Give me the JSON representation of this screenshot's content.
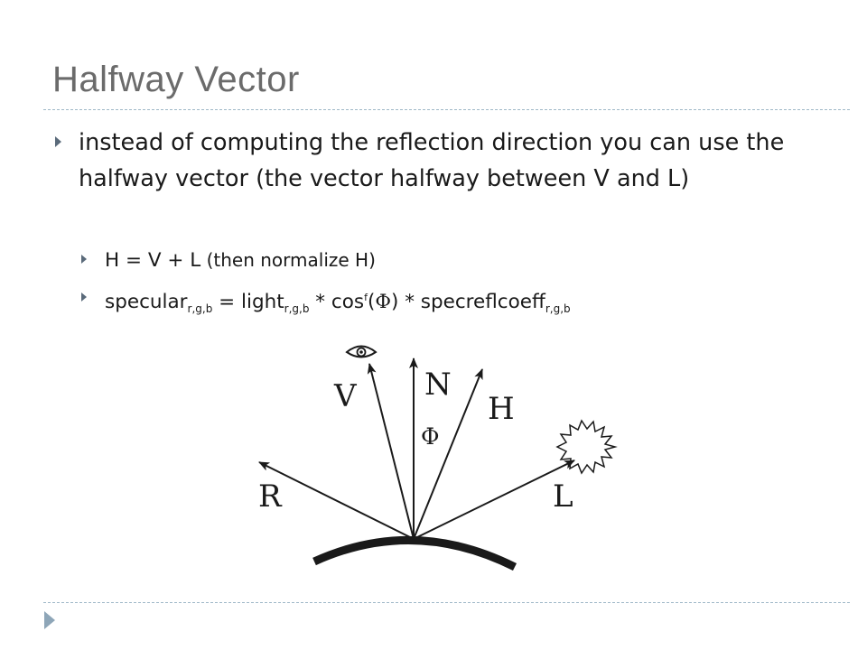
{
  "slide": {
    "title": "Halfway Vector",
    "bullet1": "instead of computing the reflection direction you can use the halfway vector (the vector halfway between V and L)",
    "sub1": {
      "text_a": "H = V + L",
      "text_b": " (then normalize H)"
    },
    "sub2": {
      "t1": "specular",
      "s1": "r,g,b",
      "t2": " = light",
      "s2": "r,g,b",
      "t3": " * cos",
      "sup": "f",
      "t4": "(",
      "phi": "Φ",
      "t5": ") * specreflcoeff",
      "s3": "r,g,b"
    }
  },
  "diagram": {
    "labels": {
      "V": "V",
      "N": "N",
      "H": "H",
      "R": "R",
      "L": "L",
      "phi": "Φ"
    },
    "icons": {
      "eye": "eye-icon",
      "light": "light-source-icon"
    },
    "colors": {
      "text": "#1a1a1a",
      "title": "#6b6b6b",
      "rule": "#9fb8c8"
    }
  }
}
